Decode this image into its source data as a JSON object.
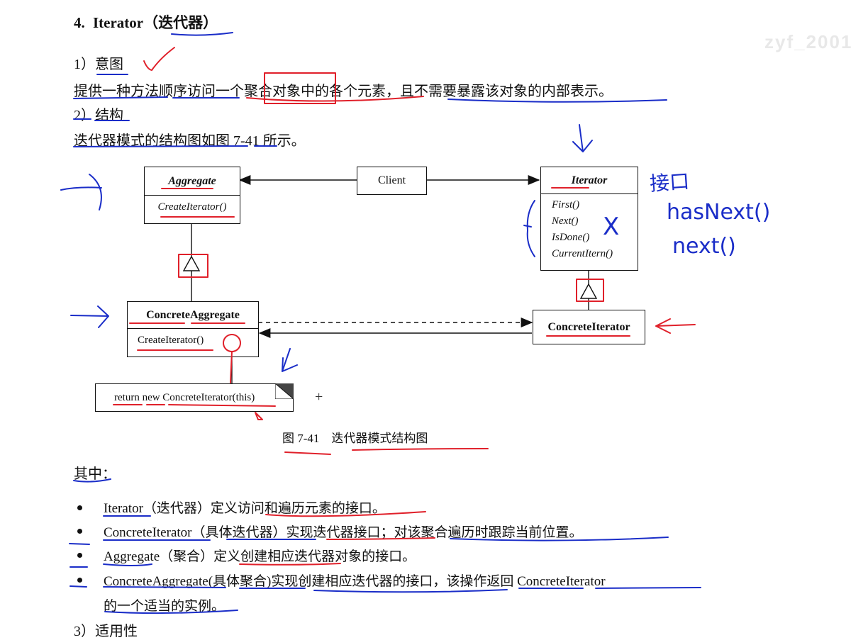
{
  "heading": {
    "number": "4.",
    "title": "Iterator（迭代器）"
  },
  "watermark": "zyf_2001",
  "section1": {
    "label": "1）意图",
    "text": "提供一种方法顺序访问一个聚合对象中的各个元素，且不需要暴露该对象的内部表示。"
  },
  "section2": {
    "label": "2）结构",
    "text": "迭代器模式的结构图如图 7-41 所示。"
  },
  "diagram": {
    "aggregate": {
      "name": "Aggregate",
      "op": "CreateIterator()"
    },
    "client": "Client",
    "iterator": {
      "name": "Iterator",
      "ops": [
        "First()",
        "Next()",
        "IsDone()",
        "CurrentItern()"
      ]
    },
    "concrete_aggregate": {
      "name": "ConcreteAggregate",
      "op": "CreateIterator()"
    },
    "concrete_iterator": "ConcreteIterator",
    "note": "return new ConcreteIterator(this)",
    "plus": "+",
    "caption": "图 7-41　迭代器模式结构图"
  },
  "handwriting": {
    "top": "接口",
    "line1": "hasNext()",
    "line2": "next()",
    "mark": "X"
  },
  "section_where": "其中：",
  "bullets": [
    {
      "text": "Iterator（迭代器）定义访问和遍历元素的接口。"
    },
    {
      "text": "ConcreteIterator（具体迭代器）实现迭代器接口；对该聚合遍历时跟踪当前位置。"
    },
    {
      "text": "Aggregate（聚合）定义创建相应迭代器对象的接口。"
    },
    {
      "text": "ConcreteAggregate(具体聚合)实现创建相应迭代器的接口，该操作返回 ConcreteIterator"
    }
  ],
  "bullet4_cont": "的一个适当的实例。",
  "section3": {
    "label": "3）适用性"
  },
  "colors": {
    "red_ink": "#e0202a",
    "blue_ink": "#1a2dc8"
  }
}
